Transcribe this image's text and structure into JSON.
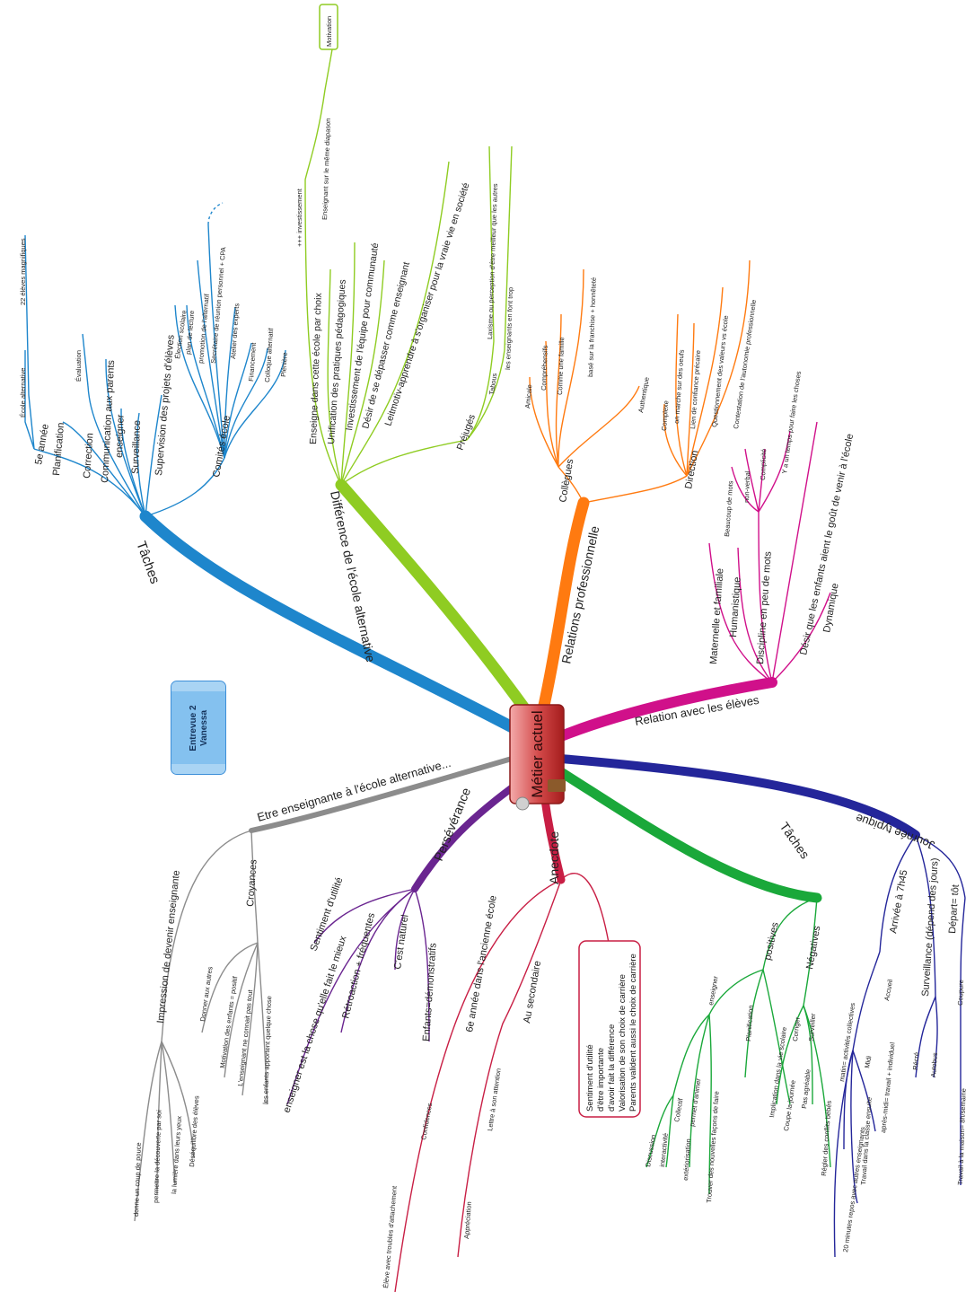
{
  "center": {
    "label": "Métier actuel",
    "color": "#c83a3a"
  },
  "side_note": {
    "line1": "Entrevue 2",
    "line2": "Vanessa"
  },
  "branches": {
    "taches_top": {
      "label": "Tâches",
      "color": "#1e86cc",
      "items": [
        "5e année",
        "Planification",
        "Correction",
        "Communication aux parents",
        "enseigner",
        "Surveillance",
        "Supervision des projets d'élèves",
        "Comités école"
      ],
      "sub_5e": [
        "École alternative",
        "22 élèves magnifiques"
      ],
      "sub_correction": [
        "Évaluation"
      ],
      "sub_comites": [
        "Élection scolaire",
        "plan de lecture",
        "promotion de l'alternatif",
        "Secrétaire de réunion personnel + CPA",
        "Atelier des experts",
        "Financement",
        "Colloque alternatif",
        "Plénière"
      ]
    },
    "difference": {
      "label": "Différence de l'école alternative",
      "color": "#8fcc22",
      "items": [
        "Enseigne dans cette école par choix",
        "Unification des pratiques pédagogiques",
        "Investissement de l'équipe pour communauté",
        "Désir de se dépasser comme enseignant",
        "Leitmotiv-apprendre à s'organiser pour la vraie vie en société",
        "Préjugés"
      ],
      "sub_choix": [
        "+++ investissement",
        "Enseignant sur le même diapason",
        "Motivation"
      ],
      "sub_prejuges": [
        "Tabous",
        "Laxisme ou perception d'être meilleur que les autres",
        "les enseignants en font trop"
      ]
    },
    "relations": {
      "label": "Relations professionnelle",
      "color": "#ff7a10",
      "items": [
        "Collègues",
        "Direction"
      ],
      "sub_collegues": [
        "Amicale",
        "Compréhensifs",
        "Comme une famille",
        "basé sur la franchise + honnêteté",
        "Authentique"
      ],
      "sub_direction": [
        "Complexe",
        "on marche sur des oeufs",
        "Lien de confiance précaire",
        "Questionnement des valeurs vs école",
        "Contestation de l'autonomie professionnelle"
      ]
    },
    "relation_eleves": {
      "label": "Relation avec les élèves",
      "color": "#d0108a",
      "items": [
        "Maternelle et familiale",
        "Humanistique",
        "Discipline en peu de mots",
        "Désir que les enfants aient le goût de venir à l'école",
        "Dynamique"
      ],
      "sub_discipline": [
        "Beaucoup de mots",
        "non-verbal",
        "Complicité",
        "Y a un temps pour faire les choses"
      ]
    },
    "journee": {
      "label": "Journée typique",
      "color": "#24269a",
      "items": [
        "Arrivée à 7h45",
        "Surveillance (dépend des jours)",
        "Départ= tôt"
      ],
      "sub_arrivee": [
        "Accueil",
        "Midi",
        "matin= activités collectives",
        "après-midi= travail + individuel",
        "Travail dans la classe ensuite",
        "20 minutes repos avec autres enseignants"
      ],
      "sub_surveillance": [
        "Récré",
        "Autobus"
      ],
      "sub_depart": [
        "Coupure",
        "Travail à la maison= 8h/semaine"
      ]
    },
    "taches_bottom": {
      "label": "Tâches",
      "color": "#1aa83a",
      "items": [
        "positives",
        "Négatives"
      ],
      "sub_pos": [
        "enseigner",
        "Collectif",
        "permet d'animer",
        "Discussion",
        "interactivité",
        "extériorisation",
        "Trouver des nouvelles façons de faire",
        "Planification",
        "Implication dans la vie scolaire",
        "Coupe la journée"
      ],
      "sub_neg": [
        "Corriger",
        "Surveiller",
        "Pas agréable",
        "Régler des conflits bébés"
      ]
    },
    "anecdote": {
      "label": "Anecdote",
      "color": "#c81e44",
      "items": [
        "6e année dans l'ancienne école",
        "Au secondaire",
        "Confidences",
        "Élève avec troubles d'attachement",
        "Lettre à son attention",
        "Appréciation"
      ],
      "note": [
        "Sentiment d'utilité",
        "d'être importante",
        "d'avoir fait la différence",
        "Valorisation de son choix de carrière",
        "Parents valident aussi le choix de carrière"
      ]
    },
    "perseverance": {
      "label": "Persévérance",
      "color": "#6a2590",
      "items": [
        "Sentiment d'utilité",
        "enseigner est la chose qu'elle fait le mieux",
        "Rétroaction + fréquentes",
        "C'est naturel",
        "Enfants=démonstratifs"
      ]
    },
    "etre": {
      "label": "Etre enseignante à l'école alternative...",
      "color": "#8c8c8c",
      "items": [
        "Impression de devenir enseignante",
        "Croyances"
      ],
      "sub_impression": [
        "donne un coup de pouce",
        "permettre la découverte par soi",
        "la lumière dans leurs yeux",
        "Déséquilibre des élèves"
      ],
      "sub_croyances": [
        "Donner aux autres",
        "Motivation des enfants = positif",
        "L'enseignant ne connait pas tout",
        "les enfants apportent quelque chose"
      ]
    }
  }
}
